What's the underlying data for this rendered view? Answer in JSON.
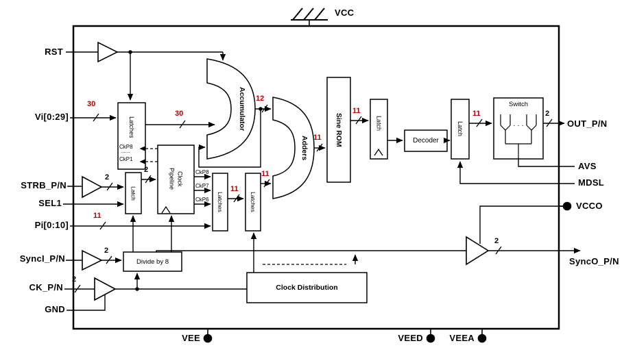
{
  "diagram": {
    "pins": {
      "top": [
        {
          "label": "VCC"
        }
      ],
      "bottom": [
        {
          "label": "VEE"
        },
        {
          "label": "VEED"
        },
        {
          "label": "VEEA"
        }
      ],
      "left": [
        {
          "label": "RST"
        },
        {
          "label": "Vi[0:29]"
        },
        {
          "label": "STRB_P/N"
        },
        {
          "label": "SEL1"
        },
        {
          "label": "Pi[0:10]"
        },
        {
          "label": "SyncI_P/N"
        },
        {
          "label": "CK_P/N"
        },
        {
          "label": "GND"
        }
      ],
      "right": [
        {
          "label": "OUT_P/N"
        },
        {
          "label": "AVS"
        },
        {
          "label": "MDSL"
        },
        {
          "label": "VCCO"
        },
        {
          "label": "SyncO_P/N"
        }
      ]
    },
    "blocks": {
      "input_latches": "Latches",
      "accumulator": "Accumulator",
      "adders": "Adders",
      "sine_rom": "Sine ROM",
      "latch_a": "Latch",
      "decoder": "Decoder",
      "latch_b": "Latch",
      "switch": "Switch",
      "switch_dots": "· · ·",
      "pipeline_line1": "Pipeline",
      "pipeline_line2": "Clock",
      "strb_latch": "Latch",
      "pi_latches_1": "Latches",
      "pi_latches_2": "Latches",
      "divide_by_8": "Divide by 8",
      "clock_distribution": "Clock Distribution"
    },
    "clock_labels": {
      "ckp8_in": "CkP8",
      "dots": "......",
      "ckp1_in": "CkP1",
      "ckp8": "CkP8",
      "ckp7": "CkP7",
      "ckp6": "CkP6"
    },
    "bus_widths": {
      "vi": "30",
      "acc_in": "30",
      "acc_out": "12",
      "adders_out": "11",
      "rom_out": "11",
      "latch_b_out": "11",
      "pi": "11",
      "pi_mid": "11",
      "pi_adders": "11",
      "strb": "2",
      "strb_latch_out": "2",
      "synci": "2",
      "ck": "2",
      "out": "2",
      "synco": "2"
    },
    "colors": {
      "bus_red": "#b90000",
      "line": "#000000",
      "background": "#ffffff"
    }
  }
}
